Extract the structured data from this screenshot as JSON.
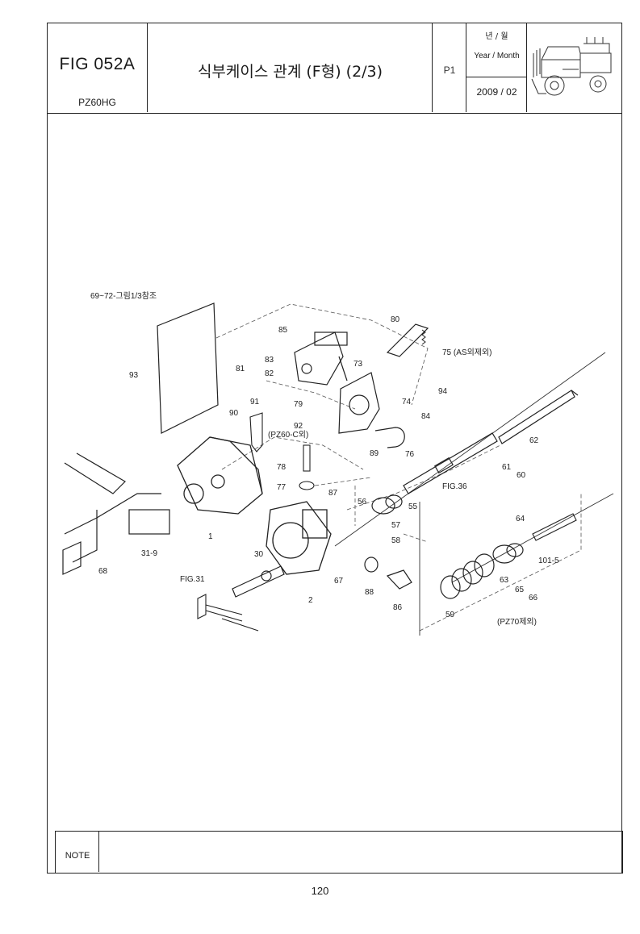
{
  "header": {
    "figure_number": "FIG 052A",
    "model": "PZ60HG",
    "title": "식부케이스 관계 (F형) (2/3)",
    "page": "P1",
    "year_month_ko": "년 / 월",
    "year_month_en": "Year / Month",
    "date": "2009 / 02"
  },
  "diagram": {
    "ref_note": "69~72-그림1/3참조",
    "parts": [
      {
        "label": "93"
      },
      {
        "label": "85"
      },
      {
        "label": "80"
      },
      {
        "label": "81"
      },
      {
        "label": "83"
      },
      {
        "label": "82"
      },
      {
        "label": "75 (AS외제외)"
      },
      {
        "label": "73"
      },
      {
        "label": "79"
      },
      {
        "label": "74"
      },
      {
        "label": "94"
      },
      {
        "label": "84"
      },
      {
        "label": "91"
      },
      {
        "label": "90"
      },
      {
        "label": "92"
      },
      {
        "label": "(PZ60-C외)"
      },
      {
        "label": "89"
      },
      {
        "label": "76"
      },
      {
        "label": "62"
      },
      {
        "label": "78"
      },
      {
        "label": "61"
      },
      {
        "label": "60"
      },
      {
        "label": "FIG.36"
      },
      {
        "label": "77"
      },
      {
        "label": "87"
      },
      {
        "label": "56"
      },
      {
        "label": "55"
      },
      {
        "label": "64"
      },
      {
        "label": "57"
      },
      {
        "label": "58"
      },
      {
        "label": "1"
      },
      {
        "label": "31-9"
      },
      {
        "label": "101-5"
      },
      {
        "label": "68"
      },
      {
        "label": "30"
      },
      {
        "label": "FIG.31"
      },
      {
        "label": "67"
      },
      {
        "label": "63"
      },
      {
        "label": "65"
      },
      {
        "label": "66"
      },
      {
        "label": "88"
      },
      {
        "label": "2"
      },
      {
        "label": "86"
      },
      {
        "label": "59"
      },
      {
        "label": "(PZ70제외)"
      }
    ]
  },
  "note": {
    "label": "NOTE",
    "text": ""
  },
  "page_number": "120"
}
